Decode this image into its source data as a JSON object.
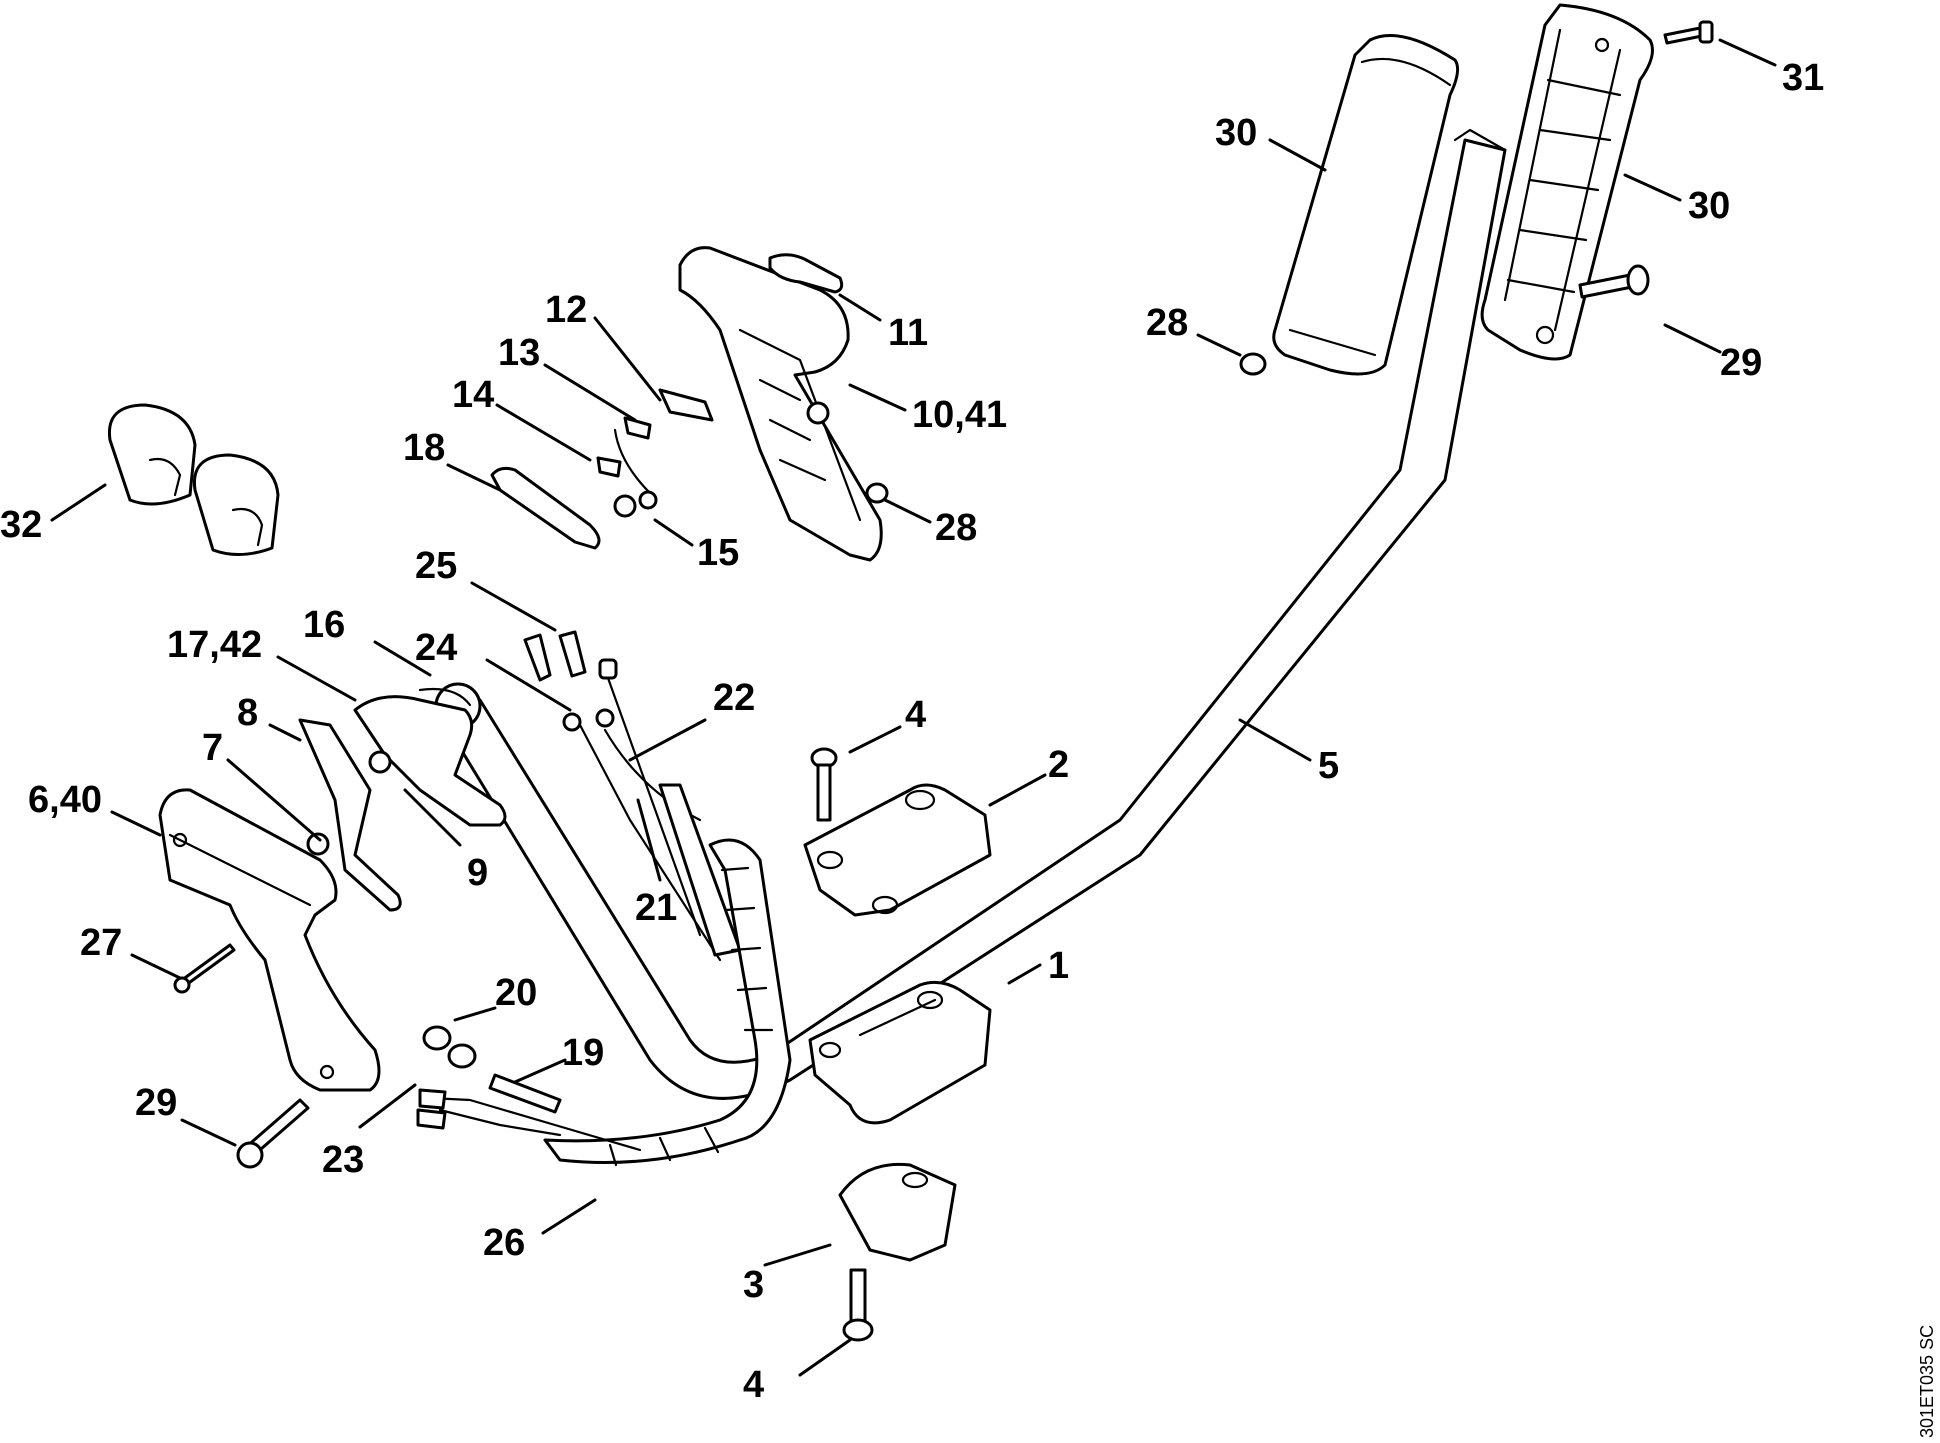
{
  "diagram_code": "301ET035 SC",
  "colors": {
    "line": "#000000",
    "paper": "#ffffff"
  },
  "callouts": [
    {
      "id": "c1",
      "text": "1"
    },
    {
      "id": "c2",
      "text": "2"
    },
    {
      "id": "c3",
      "text": "3"
    },
    {
      "id": "c4a",
      "text": "4"
    },
    {
      "id": "c4b",
      "text": "4"
    },
    {
      "id": "c5",
      "text": "5"
    },
    {
      "id": "c640",
      "text": "6,40"
    },
    {
      "id": "c7",
      "text": "7"
    },
    {
      "id": "c8",
      "text": "8"
    },
    {
      "id": "c9",
      "text": "9"
    },
    {
      "id": "c1041",
      "text": "10,41"
    },
    {
      "id": "c11",
      "text": "11"
    },
    {
      "id": "c12",
      "text": "12"
    },
    {
      "id": "c13",
      "text": "13"
    },
    {
      "id": "c14",
      "text": "14"
    },
    {
      "id": "c15",
      "text": "15"
    },
    {
      "id": "c16",
      "text": "16"
    },
    {
      "id": "c1742",
      "text": "17,42"
    },
    {
      "id": "c18",
      "text": "18"
    },
    {
      "id": "c19",
      "text": "19"
    },
    {
      "id": "c20",
      "text": "20"
    },
    {
      "id": "c21",
      "text": "21"
    },
    {
      "id": "c22",
      "text": "22"
    },
    {
      "id": "c23",
      "text": "23"
    },
    {
      "id": "c24",
      "text": "24"
    },
    {
      "id": "c25",
      "text": "25"
    },
    {
      "id": "c26",
      "text": "26"
    },
    {
      "id": "c27",
      "text": "27"
    },
    {
      "id": "c28a",
      "text": "28"
    },
    {
      "id": "c28b",
      "text": "28"
    },
    {
      "id": "c29a",
      "text": "29"
    },
    {
      "id": "c29b",
      "text": "29"
    },
    {
      "id": "c30a",
      "text": "30"
    },
    {
      "id": "c30b",
      "text": "30"
    },
    {
      "id": "c31",
      "text": "31"
    },
    {
      "id": "c32",
      "text": "32"
    }
  ]
}
